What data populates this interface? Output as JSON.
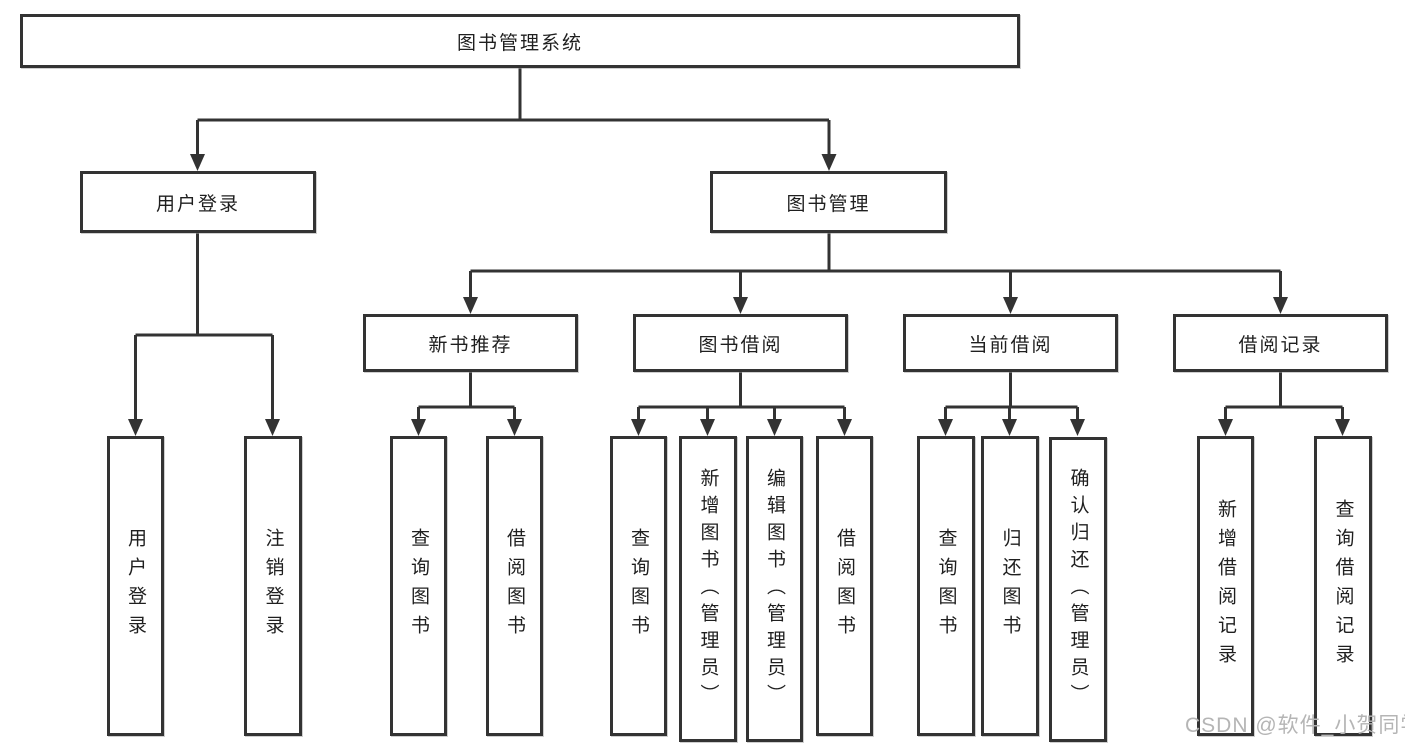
{
  "diagram": {
    "title": "图书管理系统",
    "root": {
      "label": "图书管理系统"
    },
    "level2": [
      {
        "label": "用户登录"
      },
      {
        "label": "图书管理"
      }
    ],
    "level3": [
      {
        "label": "新书推荐"
      },
      {
        "label": "图书借阅"
      },
      {
        "label": "当前借阅"
      },
      {
        "label": "借阅记录"
      }
    ],
    "leaves": {
      "user_login": [
        "用户登录",
        "注销登录"
      ],
      "new_book_recommend": [
        "查询图书",
        "借阅图书"
      ],
      "book_borrow": [
        "查询图书",
        "新增图书（管理员）",
        "编辑图书（管理员）",
        "借阅图书"
      ],
      "current_borrow": [
        "查询图书",
        "归还图书",
        "确认归还（管理员）"
      ],
      "borrow_records": [
        "新增借阅记录",
        "查询借阅记录"
      ]
    }
  },
  "watermark": "CSDN @软件_小贺同学",
  "colors": {
    "line": "#333333",
    "text": "#1f1f1f",
    "background": "#ffffff",
    "watermark": "#b5b5b5"
  }
}
